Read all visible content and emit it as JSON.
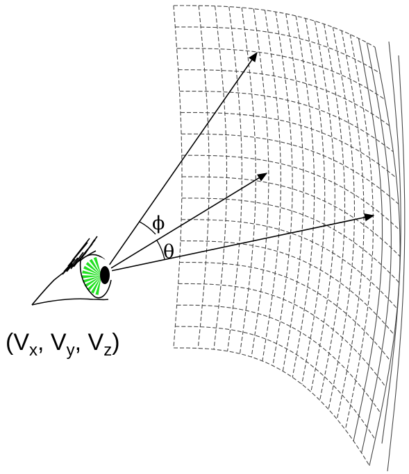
{
  "labels": {
    "phi": "ϕ",
    "theta": "θ",
    "coord": {
      "open": "(",
      "vx_base": "V",
      "vx_sub": "x",
      "sep1": ", ",
      "vy_base": "V",
      "vy_sub": "y",
      "sep2": ", ",
      "vz_base": "V",
      "vz_sub": "z",
      "close": ")"
    }
  },
  "colors": {
    "iris": "#22e022",
    "pupil": "#000000",
    "line": "#000000",
    "mesh": "#444444"
  },
  "icons": {
    "eye": "eye-icon",
    "rays": "arrow-icon"
  }
}
